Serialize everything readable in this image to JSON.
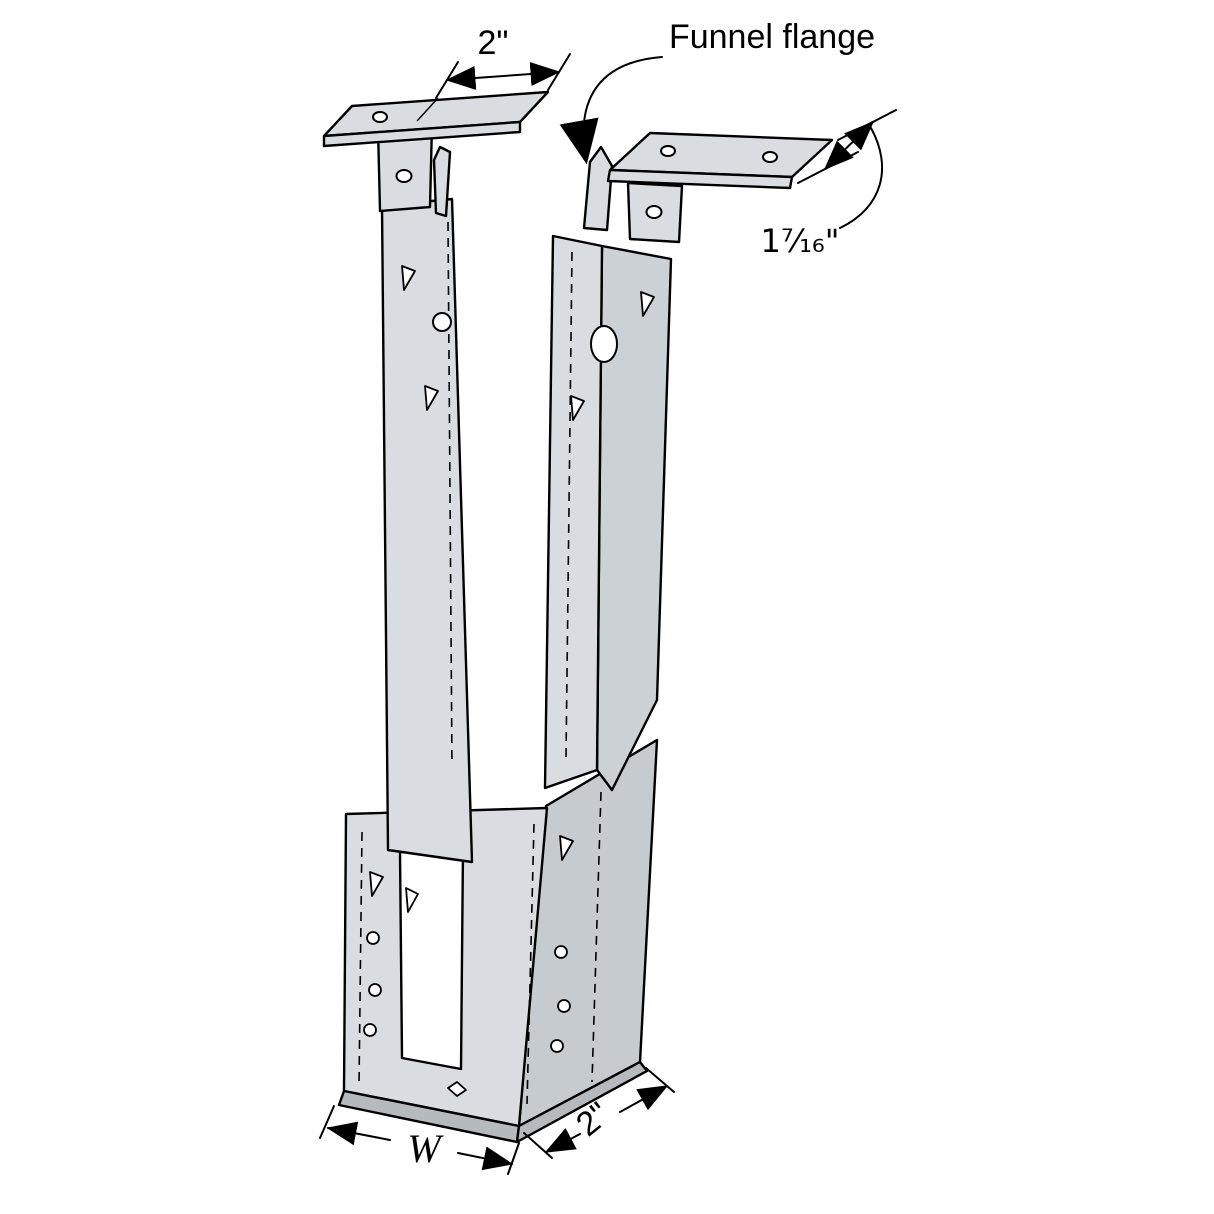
{
  "figure": {
    "title": "Joist hanger technical line drawing"
  },
  "labels": {
    "top_flange_width": "2\"",
    "funnel_flange": "Funnel flange",
    "flange_depth": "1⁷⁄₁₆\"",
    "seat_width": "W",
    "seat_depth": "2\""
  },
  "colors": {
    "background": "#ffffff",
    "outline": "#000000",
    "metal_light": "#d9dde1",
    "metal_mid": "#ccd1d5",
    "metal_dark": "#c6cbd0",
    "metal_lip": "#b5babf"
  }
}
